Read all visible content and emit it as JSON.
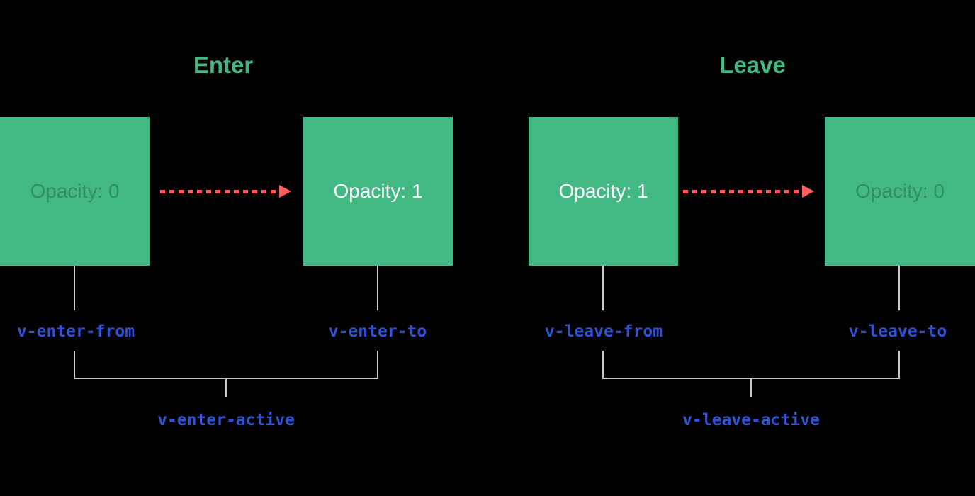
{
  "diagram": {
    "title": "Vue transition classes diagram",
    "colors": {
      "background": "#000000",
      "box_green": "#42b883",
      "title_green": "#42b883",
      "arrow_red": "#fa5e5e",
      "connector_gray": "#c8c8c8",
      "class_label_blue": "#3052d6",
      "box_text_white": "#ffffff"
    }
  },
  "enter": {
    "title": "Enter",
    "from_box": {
      "label": "Opacity: 0"
    },
    "to_box": {
      "label": "Opacity: 1"
    },
    "from_class": "v-enter-from",
    "to_class": "v-enter-to",
    "active_class": "v-enter-active"
  },
  "leave": {
    "title": "Leave",
    "from_box": {
      "label": "Opacity: 1"
    },
    "to_box": {
      "label": "Opacity: 0"
    },
    "from_class": "v-leave-from",
    "to_class": "v-leave-to",
    "active_class": "v-leave-active"
  }
}
